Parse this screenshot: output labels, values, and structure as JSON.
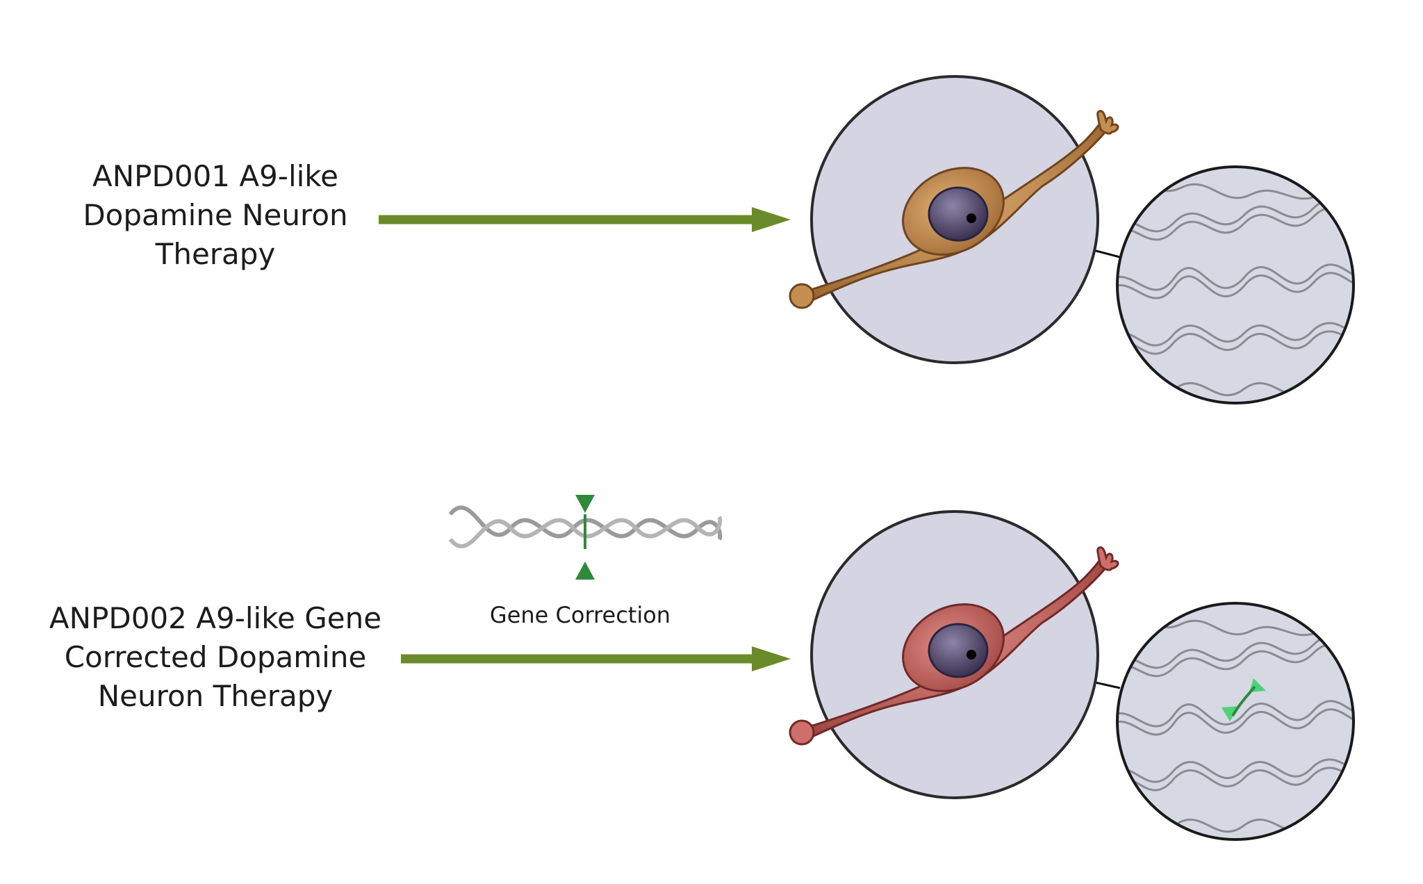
{
  "therapy_1": {
    "lines": [
      "ANPD001 A9-like",
      "Dopamine Neuron",
      "Therapy"
    ]
  },
  "therapy_2": {
    "lines": [
      "ANPD002 A9-like Gene",
      "Corrected Dopamine",
      "Neuron Therapy"
    ]
  },
  "gene_correction": {
    "caption": "Gene Correction"
  },
  "colors": {
    "arrow": "#6b8a2a",
    "neuron_1": "#b07a3e",
    "neuron_2": "#b4524e",
    "nucleus": "#4a4060",
    "cell_circle": "#d4d4e2",
    "marker": "#2e8a3a",
    "highlight": "#3fd16a"
  }
}
